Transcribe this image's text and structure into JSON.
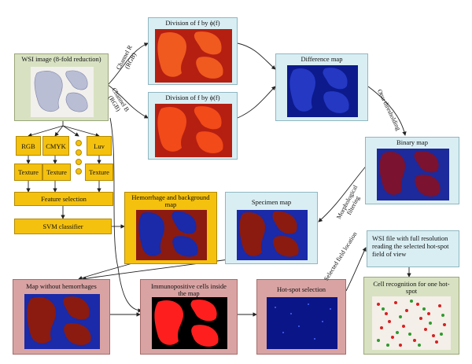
{
  "nodes": {
    "wsi": "WSI image (8-fold reduction)",
    "div_r": "Division of f by ϕ(f)",
    "div_b": "Division of f by ϕ(f)",
    "diff": "Difference map",
    "binary": "Binary map",
    "rgb": "RGB",
    "cmyk": "CMYK",
    "luv": "Luv",
    "texture": "Texture",
    "feature_selection": "Feature selection",
    "svm": "SVM classifier",
    "hemorrhage": "Hemorrhage and background map",
    "specimen": "Specimen map",
    "wsi_full": "WSI file with full resolution reading the selected hot-spot field of view",
    "map_without": "Map without hemorrhages",
    "immuno": "Immunopositive cells inside the map",
    "hotspot": "Hot-spot selection",
    "cell_recog": "Cell recognition for one hot-spot"
  },
  "edge_labels": {
    "channel_r": "Channel R",
    "channel_r_sub": "(RGB)",
    "channel_b": "Channel B",
    "channel_b_sub": "(RGB)",
    "otsu": "Otsu thresholding",
    "morph": "Morphological",
    "morph_sub": "filtering",
    "selected_field": "Selected field location"
  },
  "colors": {
    "green_box": "#d8e2c2",
    "cyan_box": "#d9eef3",
    "pink_box": "#d9a3a3",
    "orange_box": "#f4c10f",
    "tissue_red": "#8b1a10",
    "tissue_blue": "#1a2aa8",
    "bright_red": "#ff1e1e"
  }
}
